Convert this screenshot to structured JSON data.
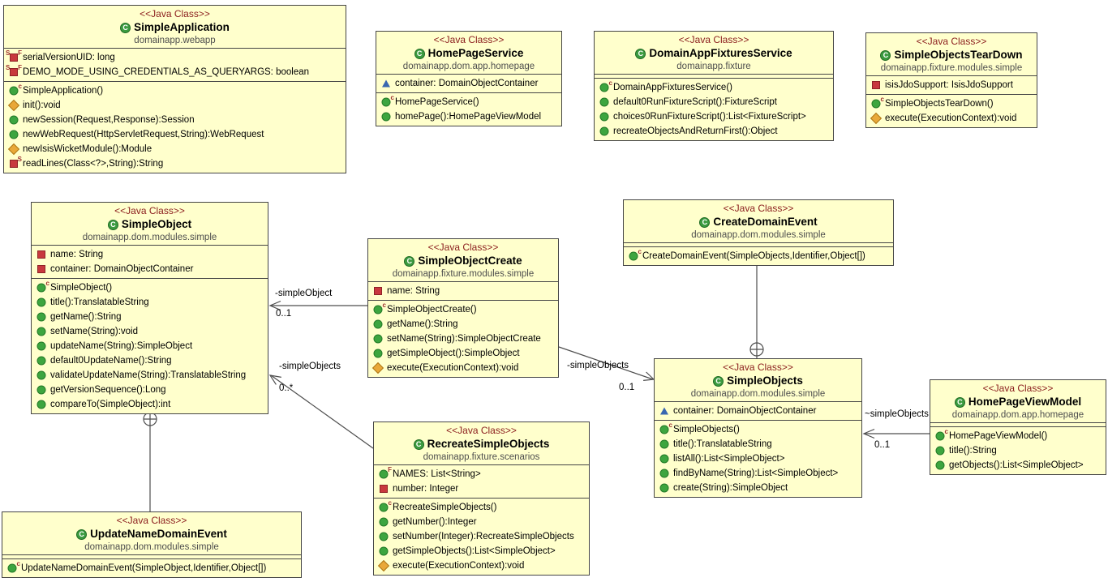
{
  "diagram": {
    "stereotype": "<<Java Class>>",
    "colors": {
      "class_fill": "#FFFFCC",
      "class_border": "#454545",
      "stereotype_text": "#8B1D1D",
      "package_text": "#4E4E4E",
      "member_text": "#000000",
      "edge_line": "#4D4D4D",
      "public_green": "#3DA53F",
      "protected_gold": "#E9A838",
      "private_red": "#C8393E",
      "package_blue": "#3A67B0",
      "class_icon_green": "#3C9B40"
    },
    "classes": [
      {
        "name": "SimpleApplication",
        "stereotype": "<<Java Class>>",
        "package": "domainapp.webapp",
        "fields": [
          {
            "icon": "static-final-field",
            "text": "serialVersionUID: long"
          },
          {
            "icon": "static-final-field",
            "text": "DEMO_MODE_USING_CREDENTIALS_AS_QUERYARGS: boolean"
          }
        ],
        "methods": [
          {
            "icon": "constructor",
            "text": "SimpleApplication()"
          },
          {
            "icon": "protected-method",
            "text": "init():void"
          },
          {
            "icon": "public-method",
            "text": "newSession(Request,Response):Session"
          },
          {
            "icon": "public-method",
            "text": "newWebRequest(HttpServletRequest,String):WebRequest"
          },
          {
            "icon": "protected-method",
            "text": "newIsisWicketModule():Module"
          },
          {
            "icon": "private-static-method",
            "text": "readLines(Class<?>,String):String"
          }
        ]
      },
      {
        "name": "HomePageService",
        "stereotype": "<<Java Class>>",
        "package": "domainapp.dom.app.homepage",
        "fields": [
          {
            "icon": "package-field",
            "text": "container: DomainObjectContainer"
          }
        ],
        "methods": [
          {
            "icon": "constructor",
            "text": "HomePageService()"
          },
          {
            "icon": "public-method",
            "text": "homePage():HomePageViewModel"
          }
        ]
      },
      {
        "name": "DomainAppFixturesService",
        "stereotype": "<<Java Class>>",
        "package": "domainapp.fixture",
        "fields": [],
        "methods": [
          {
            "icon": "constructor",
            "text": "DomainAppFixturesService()"
          },
          {
            "icon": "public-method",
            "text": "default0RunFixtureScript():FixtureScript"
          },
          {
            "icon": "public-method",
            "text": "choices0RunFixtureScript():List<FixtureScript>"
          },
          {
            "icon": "public-method",
            "text": "recreateObjectsAndReturnFirst():Object"
          }
        ]
      },
      {
        "name": "SimpleObjectsTearDown",
        "stereotype": "<<Java Class>>",
        "package": "domainapp.fixture.modules.simple",
        "fields": [
          {
            "icon": "private-field",
            "text": "isisJdoSupport: IsisJdoSupport"
          }
        ],
        "methods": [
          {
            "icon": "constructor",
            "text": "SimpleObjectsTearDown()"
          },
          {
            "icon": "protected-method",
            "text": "execute(ExecutionContext):void"
          }
        ]
      },
      {
        "name": "SimpleObject",
        "stereotype": "<<Java Class>>",
        "package": "domainapp.dom.modules.simple",
        "fields": [
          {
            "icon": "private-field",
            "text": "name: String"
          },
          {
            "icon": "private-field",
            "text": "container: DomainObjectContainer"
          }
        ],
        "methods": [
          {
            "icon": "constructor",
            "text": "SimpleObject()"
          },
          {
            "icon": "public-method",
            "text": "title():TranslatableString"
          },
          {
            "icon": "public-method",
            "text": "getName():String"
          },
          {
            "icon": "public-method",
            "text": "setName(String):void"
          },
          {
            "icon": "public-method",
            "text": "updateName(String):SimpleObject"
          },
          {
            "icon": "public-method",
            "text": "default0UpdateName():String"
          },
          {
            "icon": "public-method",
            "text": "validateUpdateName(String):TranslatableString"
          },
          {
            "icon": "public-method",
            "text": "getVersionSequence():Long"
          },
          {
            "icon": "public-method",
            "text": "compareTo(SimpleObject):int"
          }
        ]
      },
      {
        "name": "SimpleObjectCreate",
        "stereotype": "<<Java Class>>",
        "package": "domainapp.fixture.modules.simple",
        "fields": [
          {
            "icon": "private-field",
            "text": "name: String"
          }
        ],
        "methods": [
          {
            "icon": "constructor",
            "text": "SimpleObjectCreate()"
          },
          {
            "icon": "public-method",
            "text": "getName():String"
          },
          {
            "icon": "public-method",
            "text": "setName(String):SimpleObjectCreate"
          },
          {
            "icon": "public-method",
            "text": "getSimpleObject():SimpleObject"
          },
          {
            "icon": "protected-method",
            "text": "execute(ExecutionContext):void"
          }
        ]
      },
      {
        "name": "CreateDomainEvent",
        "stereotype": "<<Java Class>>",
        "package": "domainapp.dom.modules.simple",
        "fields": [],
        "methods": [
          {
            "icon": "constructor",
            "text": "CreateDomainEvent(SimpleObjects,Identifier,Object[])"
          }
        ]
      },
      {
        "name": "SimpleObjects",
        "stereotype": "<<Java Class>>",
        "package": "domainapp.dom.modules.simple",
        "fields": [
          {
            "icon": "package-field",
            "text": "container: DomainObjectContainer"
          }
        ],
        "methods": [
          {
            "icon": "constructor",
            "text": "SimpleObjects()"
          },
          {
            "icon": "public-method",
            "text": "title():TranslatableString"
          },
          {
            "icon": "public-method",
            "text": "listAll():List<SimpleObject>"
          },
          {
            "icon": "public-method",
            "text": "findByName(String):List<SimpleObject>"
          },
          {
            "icon": "public-method",
            "text": "create(String):SimpleObject"
          }
        ]
      },
      {
        "name": "HomePageViewModel",
        "stereotype": "<<Java Class>>",
        "package": "domainapp.dom.app.homepage",
        "fields": [],
        "methods": [
          {
            "icon": "constructor",
            "text": "HomePageViewModel()"
          },
          {
            "icon": "public-method",
            "text": "title():String"
          },
          {
            "icon": "public-method",
            "text": "getObjects():List<SimpleObject>"
          }
        ]
      },
      {
        "name": "RecreateSimpleObjects",
        "stereotype": "<<Java Class>>",
        "package": "domainapp.fixture.scenarios",
        "fields": [
          {
            "icon": "public-final-field",
            "text": "NAMES: List<String>"
          },
          {
            "icon": "private-field",
            "text": "number: Integer"
          }
        ],
        "methods": [
          {
            "icon": "constructor",
            "text": "RecreateSimpleObjects()"
          },
          {
            "icon": "public-method",
            "text": "getNumber():Integer"
          },
          {
            "icon": "public-method",
            "text": "setNumber(Integer):RecreateSimpleObjects"
          },
          {
            "icon": "public-method",
            "text": "getSimpleObjects():List<SimpleObject>"
          },
          {
            "icon": "protected-method",
            "text": "execute(ExecutionContext):void"
          }
        ]
      },
      {
        "name": "UpdateNameDomainEvent",
        "stereotype": "<<Java Class>>",
        "package": "domainapp.dom.modules.simple",
        "fields": [],
        "methods": [
          {
            "icon": "constructor",
            "text": "UpdateNameDomainEvent(SimpleObject,Identifier,Object[])"
          }
        ]
      }
    ],
    "edges": [
      {
        "name": "simpleObjectCreate-to-simpleObject",
        "label": "-simpleObject",
        "multiplicity": "0..1"
      },
      {
        "name": "recreateSimpleObjects-to-simpleObject",
        "label": "-simpleObjects",
        "multiplicity": "0..*"
      },
      {
        "name": "simpleObjectCreate-to-simpleObjects",
        "label": "-simpleObjects",
        "multiplicity": "0..1"
      },
      {
        "name": "homePageViewModel-to-simpleObjects",
        "label": "~simpleObjects",
        "multiplicity": "0..1"
      },
      {
        "name": "simpleObjects-nests-createDomainEvent",
        "type": "nested-anchor"
      },
      {
        "name": "simpleObject-nests-updateNameDomainEvent",
        "type": "nested-anchor"
      }
    ]
  }
}
